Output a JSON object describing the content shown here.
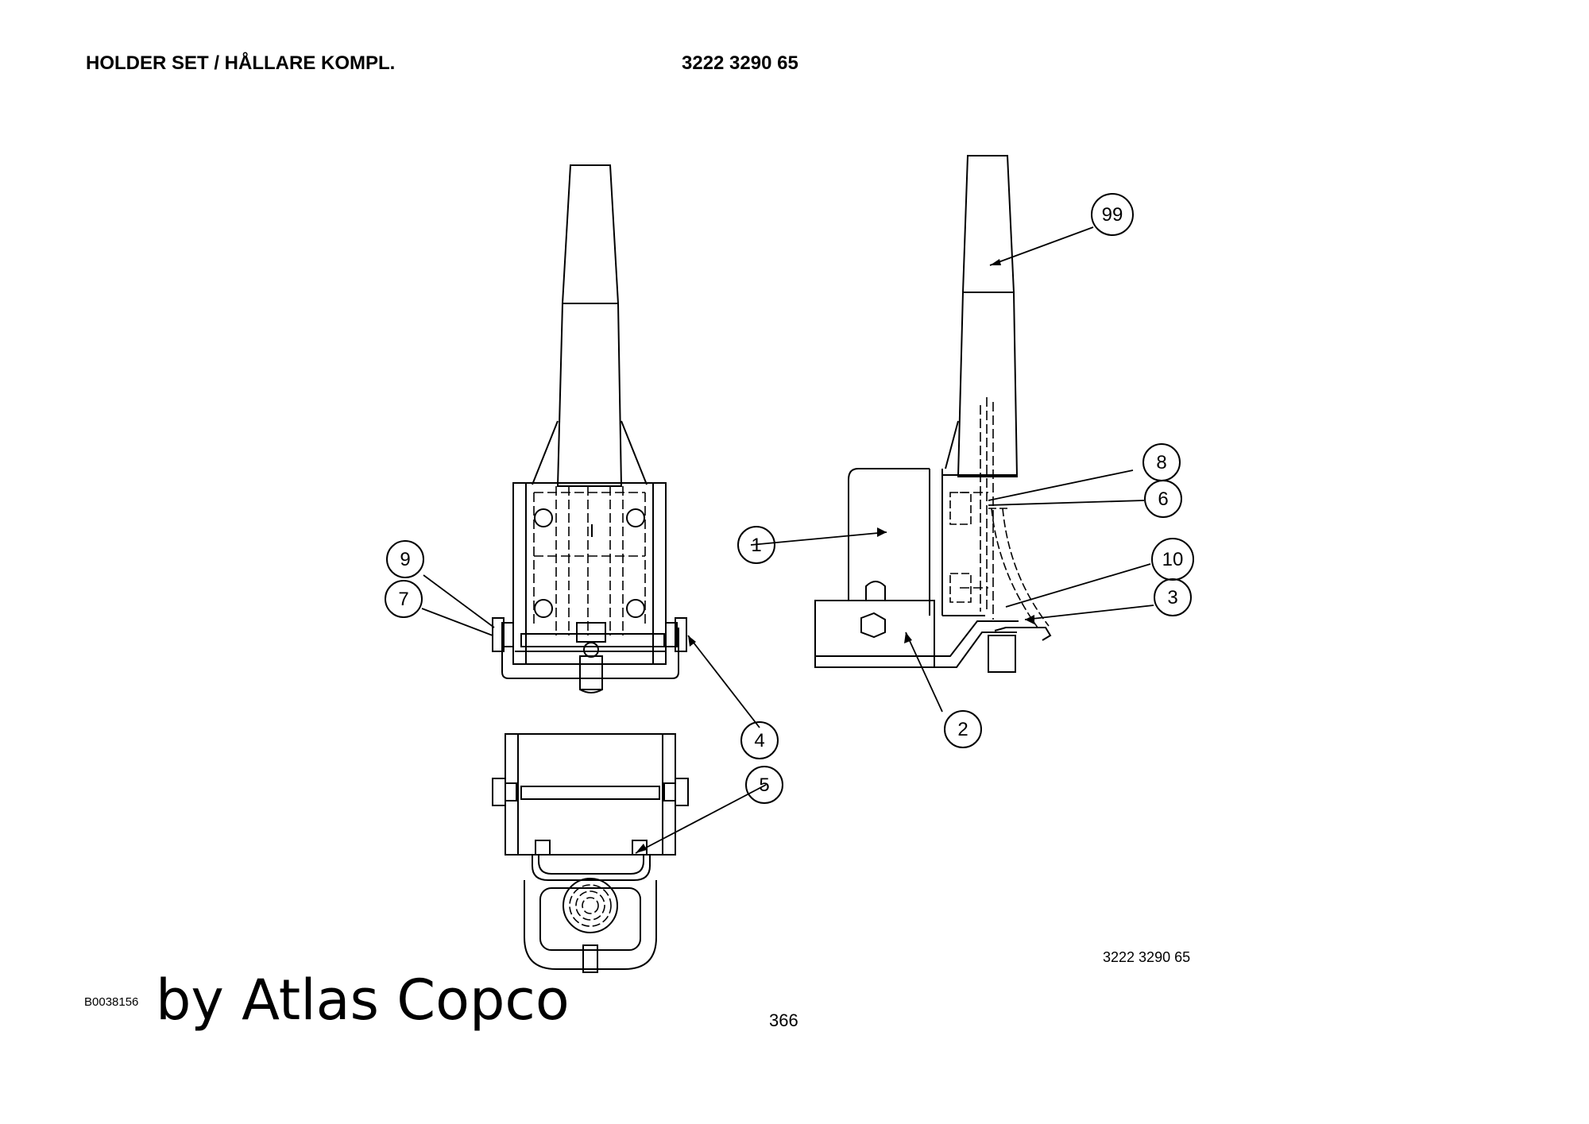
{
  "header": {
    "title": "HOLDER SET / HÅLLARE KOMPL.",
    "part_number": "3222 3290 65"
  },
  "drawing": {
    "reference_number": "3222 3290 65",
    "balloons": [
      "1",
      "2",
      "3",
      "4",
      "5",
      "6",
      "7",
      "8",
      "9",
      "10",
      "99"
    ]
  },
  "footer": {
    "document_number": "B0038156",
    "brand_text": "by Atlas Copco",
    "page_number": "366"
  }
}
